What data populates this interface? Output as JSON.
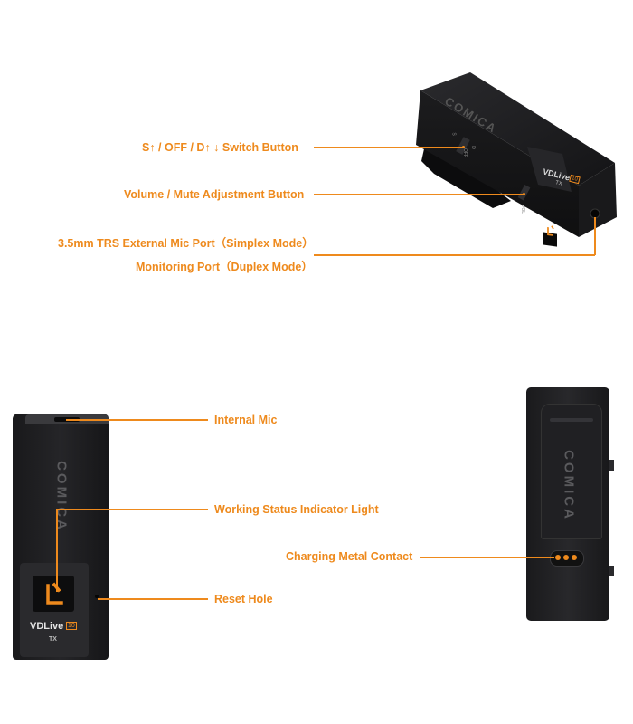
{
  "brand": "COMICA",
  "model": "VDLive",
  "model_badge": "10",
  "unit": "TX",
  "switch_marks": [
    "S",
    "OFF",
    "D"
  ],
  "vol_mark": "VOL",
  "labels": {
    "switch_button": "S↑ / OFF / D↑ ↓ Switch Button",
    "volume_button": "Volume / Mute Adjustment Button",
    "mic_port": "3.5mm TRS External Mic Port（Simplex Mode）",
    "monitor_port": "Monitoring Port（Duplex Mode）",
    "internal_mic": "Internal Mic",
    "status_light": "Working Status Indicator Light",
    "reset_hole": "Reset Hole",
    "charging_contact": "Charging Metal Contact"
  },
  "colors": {
    "accent": "#ee8a1d",
    "device_body": "#1e1e20",
    "device_edge": "#2c2c2f"
  },
  "icons": {
    "status_light": "comica-logo-icon"
  }
}
